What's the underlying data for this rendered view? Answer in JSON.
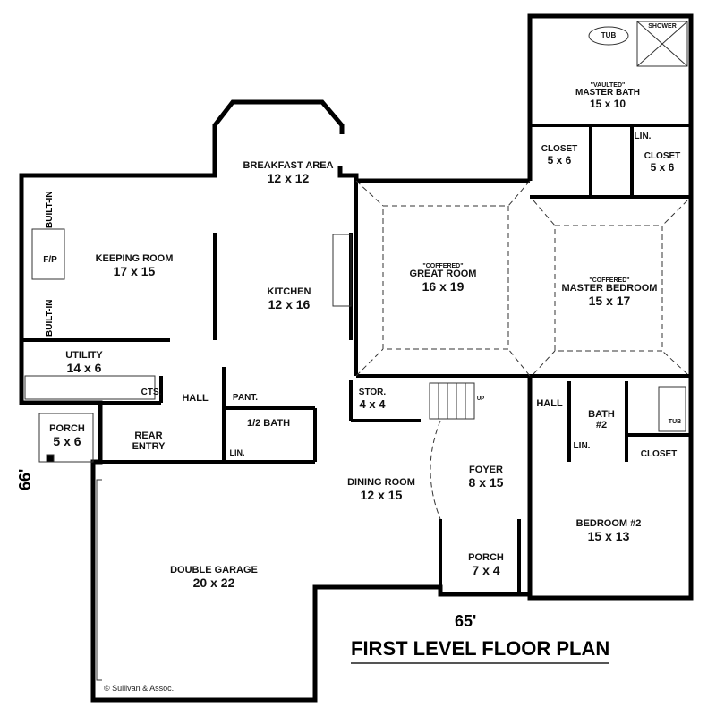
{
  "plan": {
    "title": "FIRST LEVEL FLOOR PLAN",
    "width_dimension": "65'",
    "depth_dimension": "66'",
    "copyright": "© Sullivan & Assoc."
  },
  "rooms": {
    "master_bath": {
      "qualifier": "\"VAULTED\"",
      "name": "MASTER BATH",
      "size": "15 x 10"
    },
    "tub_master": {
      "name": "TUB"
    },
    "shower": {
      "name": "SHOWER"
    },
    "closet_left": {
      "name": "CLOSET",
      "size": "5 x 6"
    },
    "closet_right": {
      "name": "CLOSET",
      "size": "5 x 6"
    },
    "linen_master": {
      "name": "LIN."
    },
    "breakfast_area": {
      "name": "BREAKFAST AREA",
      "size": "12 x 12"
    },
    "keeping_room": {
      "name": "KEEPING ROOM",
      "size": "17 x 15"
    },
    "fireplace": {
      "name": "F/P"
    },
    "built_in_top": {
      "name": "BUILT-IN"
    },
    "built_in_bottom": {
      "name": "BUILT-IN"
    },
    "kitchen": {
      "name": "KITCHEN",
      "size": "12 x 16"
    },
    "great_room": {
      "qualifier": "\"COFFERED\"",
      "name": "GREAT ROOM",
      "size": "16 x 19"
    },
    "master_bedroom": {
      "qualifier": "\"COFFERED\"",
      "name": "MASTER BEDROOM",
      "size": "15 x 17"
    },
    "utility": {
      "name": "UTILITY",
      "size": "14 x 6"
    },
    "cts": {
      "name": "CTS."
    },
    "hall_left": {
      "name": "HALL"
    },
    "pantry": {
      "name": "PANT."
    },
    "half_bath": {
      "name": "1/2 BATH"
    },
    "linen_half_bath": {
      "name": "LIN."
    },
    "storage": {
      "name": "STOR.",
      "size": "4 x 4"
    },
    "stairs_up": {
      "name": "UP"
    },
    "porch_rear": {
      "name": "PORCH",
      "size": "5 x 6"
    },
    "rear_entry": {
      "name": "REAR",
      "name2": "ENTRY"
    },
    "hall_right": {
      "name": "HALL"
    },
    "bath2": {
      "name": "BATH",
      "name2": "#2"
    },
    "tub_bath2": {
      "name": "TUB"
    },
    "linen_bath2": {
      "name": "LIN."
    },
    "closet_bed2": {
      "name": "CLOSET"
    },
    "dining_room": {
      "name": "DINING ROOM",
      "size": "12 x 15"
    },
    "foyer": {
      "name": "FOYER",
      "size": "8 x 15"
    },
    "porch_front": {
      "name": "PORCH",
      "size": "7 x 4"
    },
    "bedroom2": {
      "name": "BEDROOM #2",
      "size": "15 x 13"
    },
    "double_garage": {
      "name": "DOUBLE GARAGE",
      "size": "20 x 22"
    }
  },
  "colors": {
    "wall": "#000000",
    "line": "#333333",
    "background": "#ffffff"
  }
}
